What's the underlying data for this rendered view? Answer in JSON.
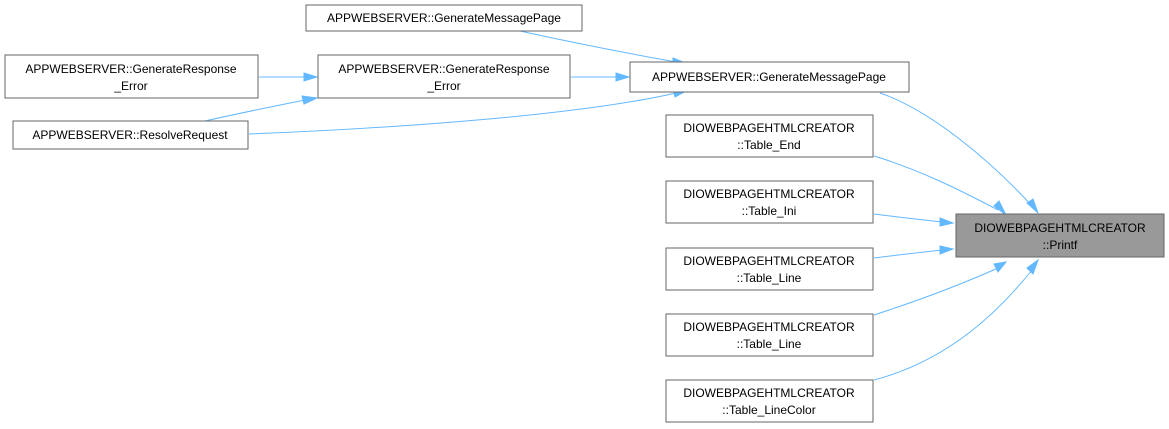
{
  "nodes": [
    {
      "id": "printf",
      "lines": [
        "DIOWEBPAGEHTMLCREATOR",
        "::Printf"
      ],
      "focus": true
    },
    {
      "id": "gen_msg_page_main",
      "lines": [
        "APPWEBSERVER::GenerateMessagePage"
      ]
    },
    {
      "id": "gen_msg_page_caller",
      "lines": [
        "APPWEBSERVER::GenerateMessagePage"
      ]
    },
    {
      "id": "gen_resp_error_mid",
      "lines": [
        "APPWEBSERVER::GenerateResponse",
        "_Error"
      ]
    },
    {
      "id": "gen_resp_error_left",
      "lines": [
        "APPWEBSERVER::GenerateResponse",
        "_Error"
      ]
    },
    {
      "id": "resolve_request",
      "lines": [
        "APPWEBSERVER::ResolveRequest"
      ]
    },
    {
      "id": "table_end",
      "lines": [
        "DIOWEBPAGEHTMLCREATOR",
        "::Table_End"
      ]
    },
    {
      "id": "table_ini",
      "lines": [
        "DIOWEBPAGEHTMLCREATOR",
        "::Table_Ini"
      ]
    },
    {
      "id": "table_line_1",
      "lines": [
        "DIOWEBPAGEHTMLCREATOR",
        "::Table_Line"
      ]
    },
    {
      "id": "table_line_2",
      "lines": [
        "DIOWEBPAGEHTMLCREATOR",
        "::Table_Line"
      ]
    },
    {
      "id": "table_linecolor",
      "lines": [
        "DIOWEBPAGEHTMLCREATOR",
        "::Table_LineColor"
      ]
    }
  ],
  "edges": [
    {
      "from": "gen_msg_page_main",
      "to": "printf"
    },
    {
      "from": "table_end",
      "to": "printf"
    },
    {
      "from": "table_ini",
      "to": "printf"
    },
    {
      "from": "table_line_1",
      "to": "printf"
    },
    {
      "from": "table_line_2",
      "to": "printf"
    },
    {
      "from": "table_linecolor",
      "to": "printf"
    },
    {
      "from": "gen_msg_page_caller",
      "to": "gen_msg_page_main"
    },
    {
      "from": "gen_resp_error_mid",
      "to": "gen_msg_page_main"
    },
    {
      "from": "resolve_request",
      "to": "gen_msg_page_main"
    },
    {
      "from": "gen_resp_error_left",
      "to": "gen_resp_error_mid"
    },
    {
      "from": "resolve_request",
      "to": "gen_resp_error_mid"
    }
  ],
  "colors": {
    "edge": "#63b8ff",
    "node_border": "#666666",
    "focus_fill": "#999999",
    "node_fill": "#ffffff"
  }
}
